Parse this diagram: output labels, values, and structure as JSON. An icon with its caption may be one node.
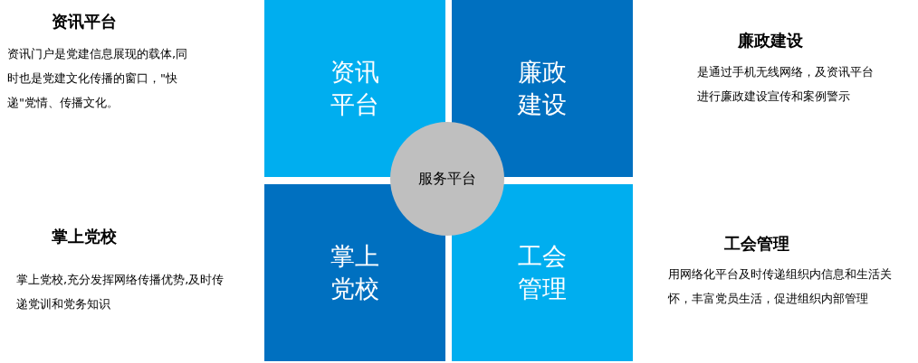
{
  "diagram": {
    "nodes": [
      {
        "text": [
          "资讯平台"
        ]
      },
      {
        "text": [
          "廉政建设"
        ]
      },
      {
        "text": [
          "掌上党校"
        ]
      },
      {
        "text": [
          "工会管理"
        ]
      },
      {
        "text": [
          "服务平台"
        ]
      }
    ],
    "edges": [],
    "labels": [
      "资讯平台",
      "资讯门户是党建信息展现的载体,同时也是党建文化传播的窗口，\"快递\"党情、传播文化。",
      "廉政建设",
      "是通过手机无线网络，及资讯平台进行廉政建设宣传和案例警示",
      "掌上党校",
      "掌上党校,充分发挥网络传播优势,及时传递党训和党务知识",
      "工会管理",
      "用网络化平台及时传递组织内信息和生活关怀，丰富党员生活，促进组织内部管理"
    ]
  }
}
